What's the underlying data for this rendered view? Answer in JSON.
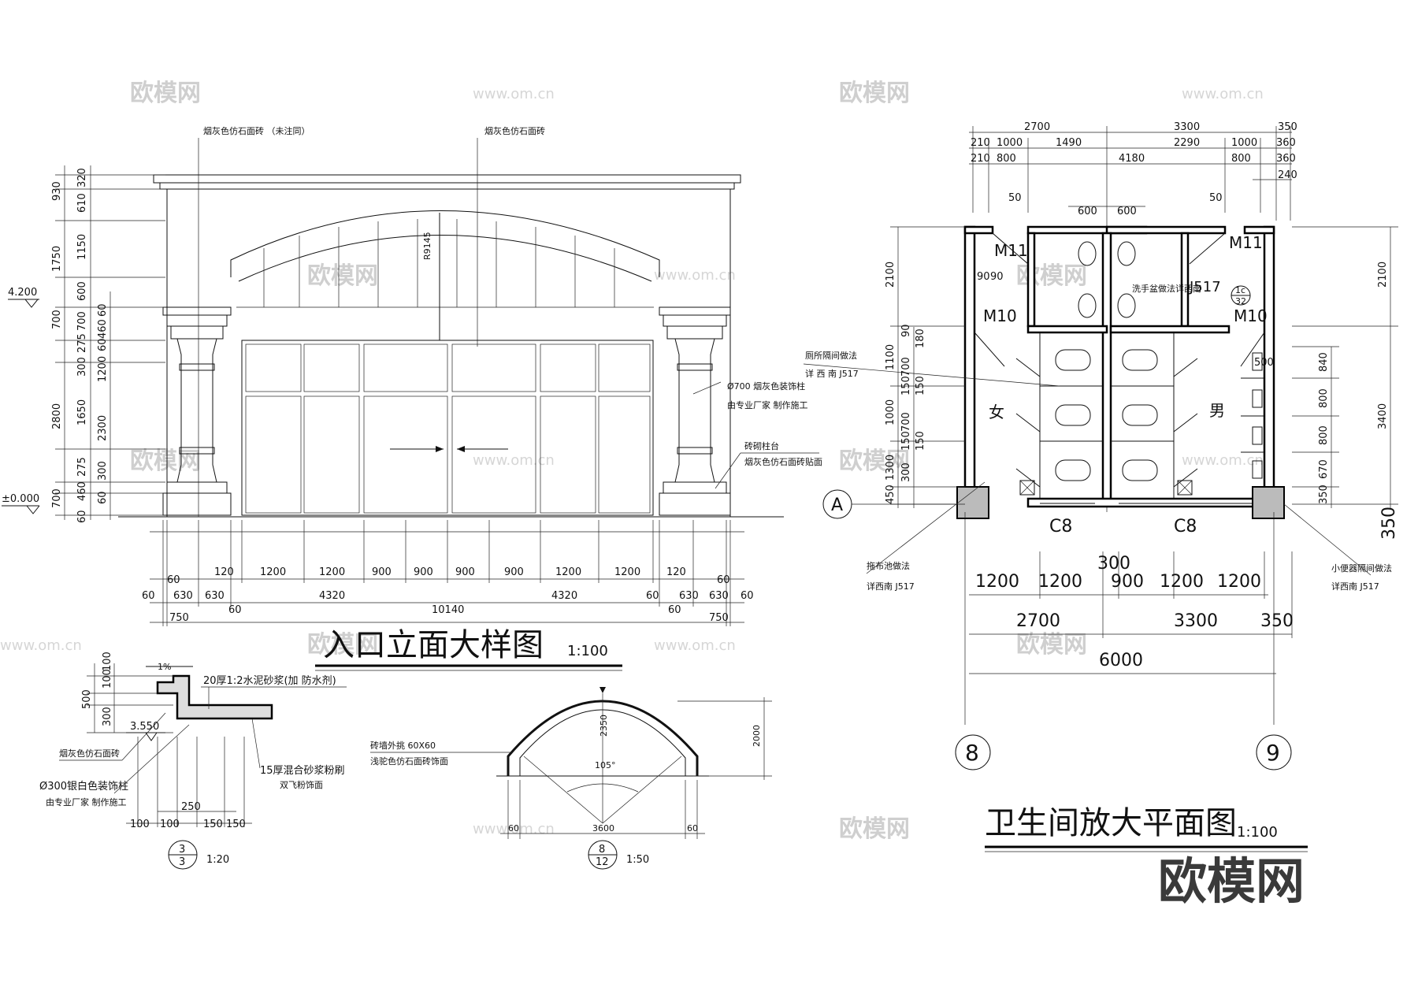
{
  "elevation": {
    "title": "入口立面大样图",
    "scale": "1:100",
    "callout_top_left": "烟灰色仿石面砖  （未注同）",
    "callout_top_right": "烟灰色仿石面砖",
    "radius_label": "R9145",
    "column_note_1": "Ø700 烟灰色装饰柱",
    "column_note_2": "由专业厂家   制作施工",
    "base_note_1": "砖砌柱台",
    "base_note_2": "烟灰色仿石面砖贴面",
    "level_top": "4.200",
    "level_zero": "±0.000",
    "left_dims_outer": [
      "930",
      "1750",
      "700",
      "2800",
      "700"
    ],
    "left_dims_mid": [
      "320",
      "610",
      "1150",
      "600",
      "700",
      "275",
      "300",
      "1650",
      "275",
      "460",
      "60"
    ],
    "left_dims_inner": [
      "60",
      "460",
      "60",
      "1200",
      "2300",
      "300",
      "60"
    ],
    "bottom_row1": [
      "60",
      "120",
      "1200",
      "1200",
      "900",
      "900",
      "900",
      "900",
      "1200",
      "1200",
      "120",
      "60"
    ],
    "bottom_row2": [
      "60",
      "630",
      "630",
      "4320",
      "4320",
      "60",
      "630",
      "630",
      "60"
    ],
    "bottom_row2b": [
      "60",
      "60"
    ],
    "bottom_total": "10140",
    "bottom_row3": [
      "750",
      "750"
    ]
  },
  "detail3": {
    "slope": "1%",
    "note_top": "20厚1:2水泥砂浆(加   防水剂)",
    "note_plaster_1": "15厚混合砂浆粉刷",
    "note_plaster_2": "双飞粉饰面",
    "note_tile": "烟灰色仿石面砖",
    "note_col_1": "Ø300银白色装饰柱",
    "note_col_2": "由专业厂家   制作施工",
    "level": "3.550",
    "vdims": [
      "100",
      "100",
      "500",
      "300"
    ],
    "hdims": [
      "250",
      "100",
      "100",
      "150",
      "150"
    ],
    "circle_top": "3",
    "circle_bottom": "3",
    "scale": "1:20"
  },
  "detail8": {
    "note_1": "砖墙外挑  60X60",
    "note_2": "浅驼色仿石面砖饰面",
    "height_inner": "2350",
    "height_outer": "2000",
    "angle": "105°",
    "width": "3600",
    "side_left": "60",
    "side_right": "60",
    "circle_top": "8",
    "circle_bottom": "12",
    "scale": "1:50"
  },
  "plan": {
    "title": "卫生间放大平面图",
    "scale": "1:100",
    "top_row1": [
      "2700",
      "3300",
      "350"
    ],
    "top_row2": [
      "210",
      "1000",
      "1490",
      "2290",
      "1000",
      "360"
    ],
    "top_row3": [
      "210",
      "800",
      "4180",
      "800",
      "360"
    ],
    "top_small": [
      "240",
      "50",
      "50",
      "600",
      "600"
    ],
    "door_labels": [
      "M11",
      "M11",
      "M10",
      "M10"
    ],
    "window_labels": [
      "C8",
      "C8"
    ],
    "room_female": "女",
    "room_male": "男",
    "basin_note": "洗手盆做法详西南",
    "basin_ref": "J517",
    "index_top": "1c",
    "index_bottom": "32",
    "partition_note_1": "厕所隔间做法",
    "partition_note_2": "详 西 南 J517",
    "mop_note_1": "拖布池做法",
    "mop_note_2": "详西南  J517",
    "urinal_note_1": "小便器隔间做法",
    "urinal_note_2": "详西南  J517",
    "left_outer": [
      "2100",
      "1100",
      "1000",
      "1300",
      "450"
    ],
    "left_inner": [
      "90",
      "90",
      "90",
      "180",
      "700",
      "150",
      "150",
      "700",
      "150",
      "150",
      "300"
    ],
    "right_dims": [
      "2100",
      "3400",
      "840",
      "800",
      "800",
      "670",
      "350"
    ],
    "right_small": [
      "500"
    ],
    "right_350": "350",
    "bottom_row1": [
      "1200",
      "1200",
      "900",
      "1200",
      "1200"
    ],
    "bottom_300": "300",
    "bottom_row2": [
      "2700",
      "3300",
      "350"
    ],
    "bottom_total": "6000",
    "axis_A": "A",
    "axis_8": "8",
    "axis_9": "9"
  },
  "watermark": {
    "brand": "欧模网",
    "url": "www.om.cn"
  }
}
